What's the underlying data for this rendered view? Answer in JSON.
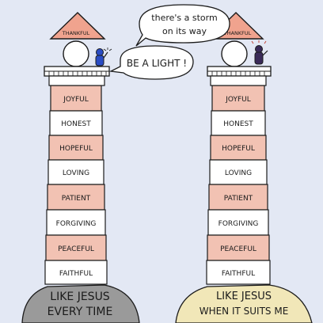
{
  "left_lighthouse": {
    "roof_label": "THANKFUL",
    "bands": [
      "JOYFUL",
      "HONEST",
      "HOPEFUL",
      "LOVING",
      "PATIENT",
      "FORGIVING",
      "PEACEFUL",
      "FAITHFUL"
    ],
    "base_label_line1": "LIKE JESUS",
    "base_label_line2": "EVERY TIME",
    "speech": "BE A LIGHT !"
  },
  "right_lighthouse": {
    "roof_label": "THANKFUL",
    "bands": [
      "JOYFUL",
      "HONEST",
      "HOPEFUL",
      "LOVING",
      "PATIENT",
      "FORGIVING",
      "PEACEFUL",
      "FAITHFUL"
    ],
    "base_label_line1": "LIKE JESUS",
    "base_label_line2": "WHEN IT SUITS ME",
    "speech_line1": "there's a storm",
    "speech_line2": "on its way"
  },
  "colors": {
    "sky": "#e3e8f4",
    "band_pink": "#f2c2b3",
    "band_white": "#ffffff",
    "roof": "#f0a38e",
    "rock_left": "#9a9a9a",
    "rock_right": "#f1e7b8",
    "outline": "#1b1b1b",
    "person_left": "#2a4cc4",
    "person_right": "#3a2a58"
  }
}
